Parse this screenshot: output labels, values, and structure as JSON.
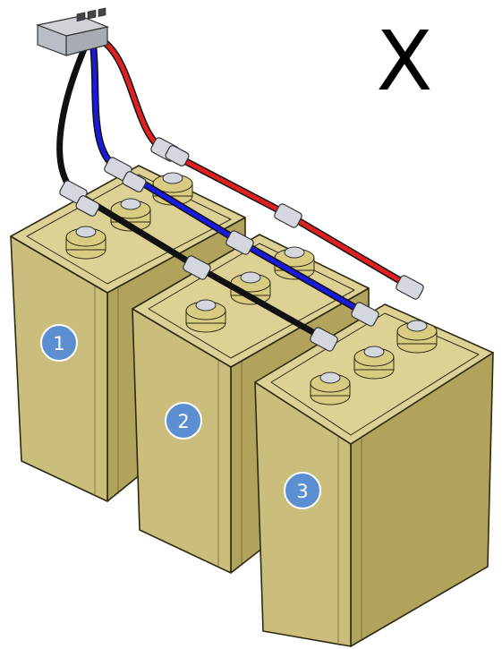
{
  "mark": "X",
  "capacitors": [
    {
      "label": "1"
    },
    {
      "label": "2"
    },
    {
      "label": "3"
    }
  ],
  "colors": {
    "can_face": "#cbbd7b",
    "can_side": "#b1a25c",
    "can_top": "#ddd196",
    "can_outline": "#2e2a10",
    "badge_fill": "#5b8fd1",
    "badge_stroke": "#ffffff",
    "wire_black": "#111111",
    "wire_blue": "#1a1adc",
    "wire_red": "#e02020",
    "connector": "#b9bec6",
    "terminal_body": "#d9cb82",
    "terminal_metal": "#d4d8de"
  },
  "icons": [
    "capacitor-can",
    "wiring-harness-connector",
    "ring-terminal",
    "number-badge"
  ]
}
